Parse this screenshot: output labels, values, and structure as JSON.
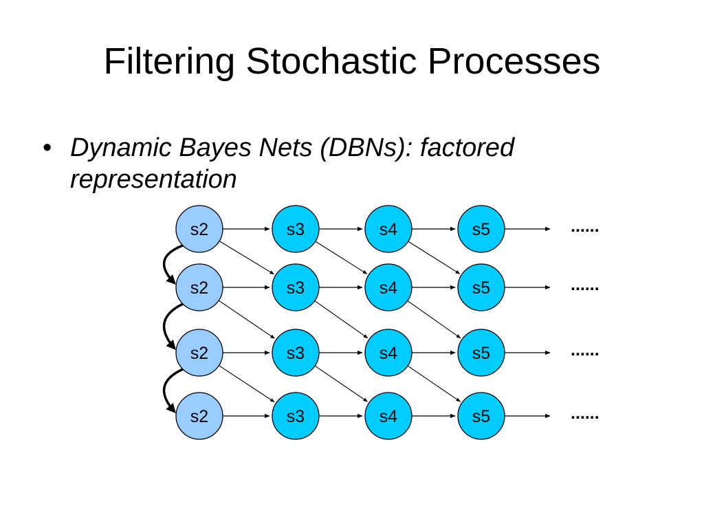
{
  "slide": {
    "title": "Filtering Stochastic Processes",
    "bullet": "Dynamic Bayes Nets (DBNs): factored representation"
  },
  "diagram": {
    "rows": [
      [
        "s2",
        "s3",
        "s4",
        "s5"
      ],
      [
        "s2",
        "s3",
        "s4",
        "s5"
      ],
      [
        "s2",
        "s3",
        "s4",
        "s5"
      ],
      [
        "s2",
        "s3",
        "s4",
        "s5"
      ]
    ],
    "continuation": "......",
    "colors": {
      "first_column_fill": "#99ccff",
      "node_fill": "#00ccff",
      "stroke": "#000000"
    }
  }
}
